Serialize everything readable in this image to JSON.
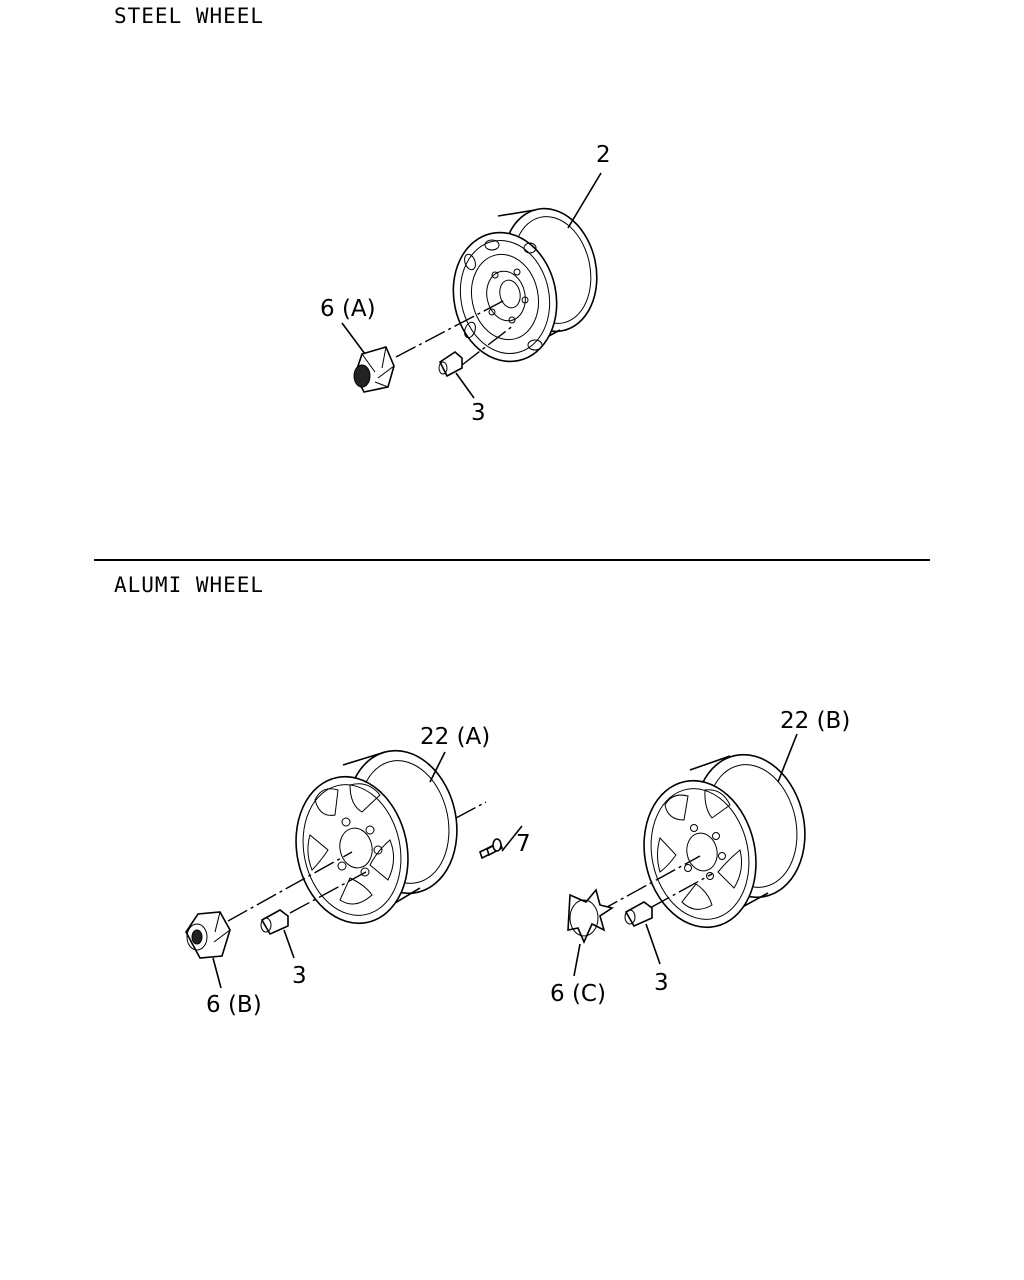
{
  "sections": {
    "steel_title": "STEEL WHEEL",
    "alumi_title": "ALUMI WHEEL"
  },
  "callouts": {
    "steel_wheel": "2",
    "steel_cap": "6 (A)",
    "steel_nut": "3",
    "alumi_wheel_a": "22 (A)",
    "alumi_bolt": "7",
    "alumi_nut_a": "3",
    "alumi_cap_b": "6 (B)",
    "alumi_wheel_b": "22 (B)",
    "alumi_nut_b": "3",
    "alumi_cap_c": "6 (C)"
  }
}
